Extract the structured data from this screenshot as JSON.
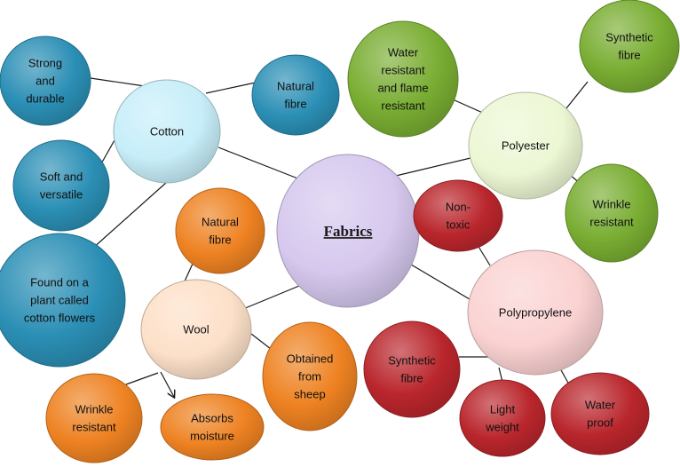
{
  "center": {
    "label": "Fabrics",
    "color": "#d6c8ee"
  },
  "hubs": {
    "cotton": {
      "label": "Cotton",
      "color": "#c7eef9"
    },
    "polyester": {
      "label": "Polyester",
      "color": "#ecf7d4"
    },
    "polypropylene": {
      "label": "Polypropylene",
      "color": "#fbd2d2"
    },
    "wool": {
      "label": "Wool",
      "color": "#fde0c8"
    }
  },
  "leaves": {
    "strong_durable": {
      "lines": [
        "Strong",
        "and",
        "durable"
      ],
      "color": "#2b8fb5"
    },
    "cotton_natural": {
      "lines": [
        "Natural",
        "fibre"
      ],
      "color": "#2b8fb5"
    },
    "soft_versatile": {
      "lines": [
        "Soft and",
        "versatile"
      ],
      "color": "#2b8fb5"
    },
    "found_on_plant": {
      "lines": [
        "Found on a",
        "plant called",
        "cotton flowers"
      ],
      "color": "#2b8fb5"
    },
    "water_resistant": {
      "lines": [
        "Water",
        "resistant",
        "and flame",
        "resistant"
      ],
      "color": "#79ad32"
    },
    "synthetic_fibre_poly": {
      "lines": [
        "Synthetic",
        "fibre"
      ],
      "color": "#79ad32"
    },
    "wrinkle_resistant_poly": {
      "lines": [
        "Wrinkle",
        "resistant"
      ],
      "color": "#79ad32"
    },
    "non_toxic": {
      "lines": [
        "Non-",
        "toxic"
      ],
      "color": "#b9262c"
    },
    "synthetic_fibre_pp": {
      "lines": [
        "Synthetic",
        "fibre"
      ],
      "color": "#b9262c"
    },
    "light_weight": {
      "lines": [
        "Light",
        "weight"
      ],
      "color": "#b9262c"
    },
    "water_proof": {
      "lines": [
        "Water",
        "proof"
      ],
      "color": "#b9262c"
    },
    "wool_natural": {
      "lines": [
        "Natural",
        "fibre"
      ],
      "color": "#ee8222"
    },
    "obtained_sheep": {
      "lines": [
        "Obtained",
        "from",
        "sheep"
      ],
      "color": "#ee8222"
    },
    "wrinkle_resistant_wool": {
      "lines": [
        "Wrinkle",
        "resistant"
      ],
      "color": "#ee8222"
    },
    "absorbs_moisture": {
      "lines": [
        "Absorbs",
        "moisture"
      ],
      "color": "#ee8222"
    }
  }
}
